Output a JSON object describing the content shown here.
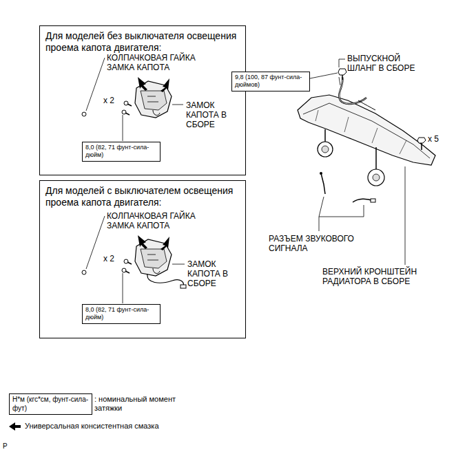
{
  "diagram": {
    "nodes": [
      {
        "text": [
          "Для моделей без выключателя освещения проема капота двигателя:"
        ]
      },
      {
        "text": [
          "8,0 (82, 71 фунт-сила-дюйм)"
        ],
        "in": 0
      },
      {
        "text": [
          "Для моделей с выключателем освещения проема капота двигателя:"
        ]
      },
      {
        "text": [
          "8,0 (82, 71 фунт-сила-дюйм)"
        ],
        "in": 2
      },
      {
        "text": [
          "9,8 (100, 87 фунт-сила-дюймов)"
        ]
      },
      {
        "text": [
          "Н*м (кгс*см, фунт-сила-фут)"
        ]
      }
    ],
    "labels": [
      "КОЛПАЧКОВАЯ ГАЙКА ЗАМКА КАПОТА",
      "x 2",
      "ЗАМОК КАПОТА В СБОРЕ",
      "КОЛПАЧКОВАЯ ГАЙКА ЗАМКА КАПОТА",
      "x 2",
      "ЗАМОК КАПОТА В СБОРЕ",
      "ВЫПУСКНОЙ ШЛАНГ В СБОРЕ",
      "x 5",
      "РАЗЪЕМ ЗВУКОВОГО СИГНАЛА",
      "ВЕРХНИЙ КРОНШТЕЙН РАДИАТОРА В СБОРЕ",
      "P"
    ],
    "legend": [
      {
        "text": ": номинальный момент затяжки"
      },
      {
        "text": "Универсальная консистентная смазка"
      }
    ]
  }
}
